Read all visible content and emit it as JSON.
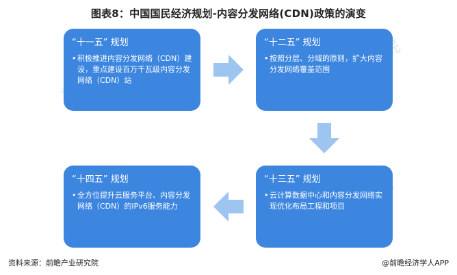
{
  "title": "图表8：中国国民经济规划-内容分发网络(CDN)政策的演变",
  "watermark": "前瞻产业研究院",
  "stages": [
    {
      "title": "“十一五” 规划",
      "body": "积极推进内容分发网络（CDN）建设，重点建设百万千瓦级内容分发网络（CDN）站"
    },
    {
      "title": "“十二五” 规划",
      "body": "按照分层、分域的原则，扩大内容分发网络覆盖范围"
    },
    {
      "title": "“十三五” 规划",
      "body": "云计算数据中心和内容分发网络实现优化布局工程和项目"
    },
    {
      "title": "“十四五” 规划",
      "body": "全方位提升云服务平台、内容分发网络（CDN）的IPv6服务能力"
    }
  ],
  "footer": {
    "source": "资料来源：前瞻产业研究院",
    "brand": "@前瞻经济学人APP"
  },
  "colors": {
    "box": "#3d86df",
    "arrow": "#9ec5ef"
  }
}
